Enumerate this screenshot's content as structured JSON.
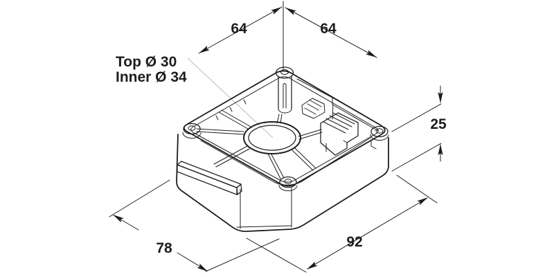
{
  "drawing": {
    "callout": {
      "line1": "Top Ø 30",
      "line2": "Inner Ø 34"
    },
    "dimensions": {
      "top_left_spacing": "64",
      "top_right_spacing": "64",
      "base_height": "25",
      "base_depth": "78",
      "base_width": "92"
    },
    "colors": {
      "line": "#1d1d1b",
      "leader": "#c9c9c9",
      "background": "#ffffff"
    }
  }
}
